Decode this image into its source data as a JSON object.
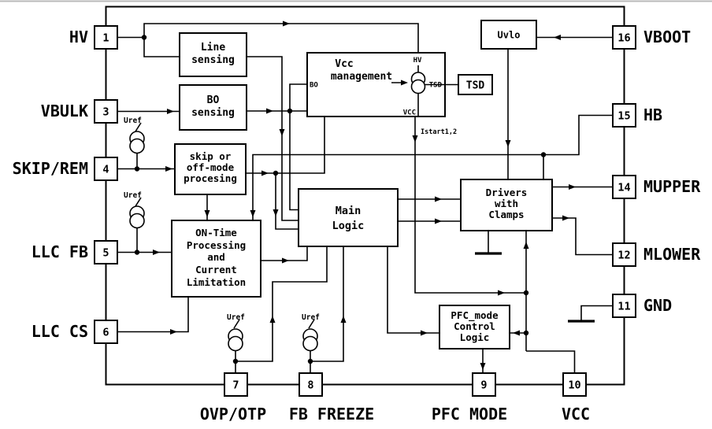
{
  "colors": {
    "line": "#000000",
    "background": "#ffffff",
    "top_rule": "#b9b9b9"
  },
  "pins": {
    "p1": {
      "num": "1",
      "label": "HV"
    },
    "p3": {
      "num": "3",
      "label": "VBULK"
    },
    "p4": {
      "num": "4",
      "label": "SKIP/REM"
    },
    "p5": {
      "num": "5",
      "label": "LLC FB"
    },
    "p6": {
      "num": "6",
      "label": "LLC CS"
    },
    "p7": {
      "num": "7",
      "label": "OVP/OTP"
    },
    "p8": {
      "num": "8",
      "label": "FB FREEZE"
    },
    "p9": {
      "num": "9",
      "label": "PFC MODE"
    },
    "p10": {
      "num": "10",
      "label": "VCC"
    },
    "p11": {
      "num": "11",
      "label": "GND"
    },
    "p12": {
      "num": "12",
      "label": "MLOWER"
    },
    "p14": {
      "num": "14",
      "label": "MUPPER"
    },
    "p15": {
      "num": "15",
      "label": "HB"
    },
    "p16": {
      "num": "16",
      "label": "VBOOT"
    }
  },
  "blocks": {
    "line_sensing": {
      "line1": "Line",
      "line2": "sensing"
    },
    "bo_sensing": {
      "line1": "BO",
      "line2": "sensing"
    },
    "skip_mode": {
      "line1": "skip or",
      "line2": "off-mode",
      "line3": "procesing"
    },
    "on_time": {
      "line1": "ON-Time",
      "line2": "Processing",
      "line3": "and",
      "line4": "Current",
      "line5": "Limitation"
    },
    "vcc_management": {
      "line1": "Vcc",
      "line2": "management",
      "port_top": "HV",
      "port_left": "BO",
      "port_right": "TSD",
      "port_bottom": "VCC"
    },
    "tsd": {
      "label": "TSD"
    },
    "uvlo": {
      "label": "Uvlo"
    },
    "main_logic": {
      "line1": "Main",
      "line2": "Logic"
    },
    "drivers": {
      "line1": "Drivers",
      "line2": "with",
      "line3": "Clamps"
    },
    "pfc_mode": {
      "line1": "PFC_mode",
      "line2": "Control",
      "line3": "Logic"
    }
  },
  "annotations": {
    "vref": "Uref",
    "istart": "Istart1,2"
  }
}
